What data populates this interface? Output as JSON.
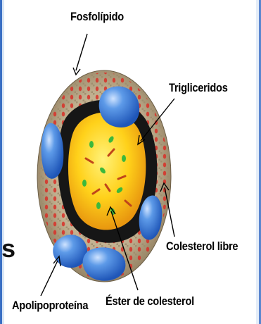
{
  "labels": {
    "fosfolipido": "Fosfolípido",
    "trigliceridos": "Trigliceridos",
    "colesterol_libre": "Colesterol libre",
    "apolipoproteina": "Apolipoproteína",
    "ester_colesterol": "Éster de colesterol"
  },
  "edge_glyph": "s",
  "colors": {
    "shell": "#b9a98c",
    "core": "#ffd21a",
    "protein": "#3a78d6",
    "cavity": "#161616",
    "phospholipid_dot": "#d83028",
    "ester_mark": "#3cb83c",
    "edge_tint": "#3a6fc4"
  }
}
